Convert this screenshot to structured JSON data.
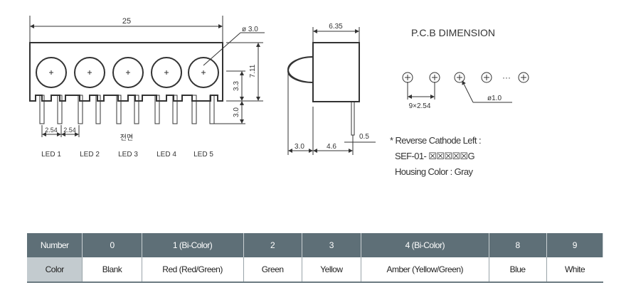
{
  "front_view": {
    "width_dim": "25",
    "lens_dim": "ø 3.0",
    "height_dim": "7.11",
    "center_dim": "3.3",
    "pin_dim": "3.0",
    "pitch_dims": [
      "2.54",
      "2.54"
    ],
    "view_label": "전면",
    "leds": [
      "LED 1",
      "LED 2",
      "LED 3",
      "LED 4",
      "LED 5"
    ]
  },
  "side_view": {
    "depth_dim": "6.35",
    "lens_offset_dim": "3.0",
    "pin_offset_dim": "4.6",
    "pin_dim": "0.5"
  },
  "pcb": {
    "title": "P.C.B DIMENSION",
    "pitch_dim": "9×2.54",
    "hole_dim": "ø1.0",
    "ellipsis": "···"
  },
  "notes": [
    "* Reverse Cathode Left :",
    "SEF-01- ☒☒☒☒☒G",
    "Housing Color : Gray"
  ],
  "table": {
    "header_label": "Number",
    "row_label": "Color",
    "numbers": [
      "0",
      "1 (Bi-Color)",
      "2",
      "3",
      "4 (Bi-Color)",
      "8",
      "9"
    ],
    "colors": [
      "Blank",
      "Red (Red/Green)",
      "Green",
      "Yellow",
      "Amber (Yellow/Green)",
      "Blue",
      "White"
    ]
  }
}
